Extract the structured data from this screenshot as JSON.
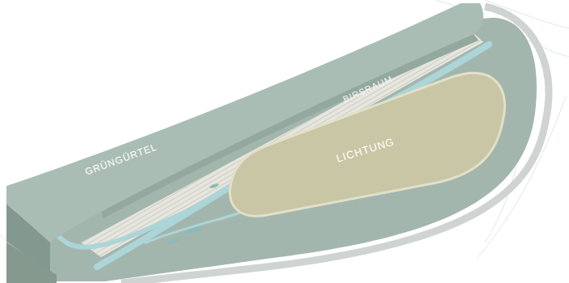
{
  "diagram": {
    "nodes": [
      {
        "text": [
          "GRÜNGÜRTEL"
        ]
      },
      {
        "text": [
          "BIRSRAUM"
        ]
      },
      {
        "text": [
          "LICHTUNG"
        ]
      }
    ]
  }
}
